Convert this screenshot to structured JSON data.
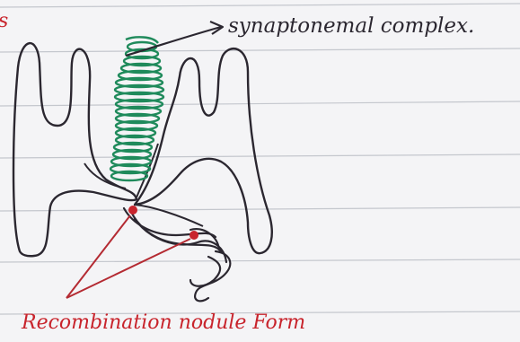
{
  "labels": {
    "corner_mark": "s",
    "synaptonemal": "synaptonemal complex.",
    "recombination": "Recombination nodule Form"
  },
  "colors": {
    "paper": "#f4f4f6",
    "rule": "#b9bcc4",
    "ink": "#2b2730",
    "green": "#1f8a5b",
    "red": "#c8242c",
    "red_ink": "#b42a32"
  }
}
